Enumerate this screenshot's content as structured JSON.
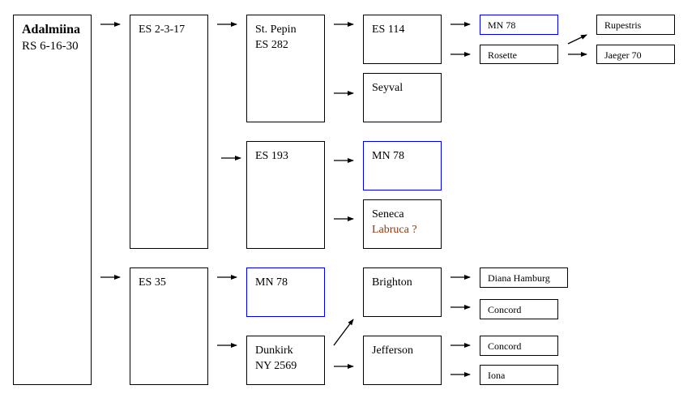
{
  "root": {
    "name": "Adalmiina",
    "code": "RS 6-16-30"
  },
  "nodes": {
    "es2317": "ES 2-3-17",
    "stpepin": [
      "St. Pepin",
      "ES 282"
    ],
    "es114": "ES 114",
    "mn78_a": "MN 78",
    "rosette": "Rosette",
    "rupestris": "Rupestris",
    "jaeger70": "Jaeger 70",
    "seyval": "Seyval",
    "es193": "ES 193",
    "mn78_b": "MN 78",
    "seneca": [
      "Seneca",
      "Labruca ?"
    ],
    "es35": "ES 35",
    "mn78_c": "MN 78",
    "dunkirk": [
      "Dunkirk",
      "NY 2569"
    ],
    "brighton": "Brighton",
    "diana_hamburg": "Diana Hamburg",
    "concord_a": "Concord",
    "jefferson": "Jefferson",
    "concord_b": "Concord",
    "iona": "Iona"
  },
  "colors": {
    "border": "#000000",
    "blue_border": "#0000cc",
    "label_brown": "#8b3a0e"
  }
}
